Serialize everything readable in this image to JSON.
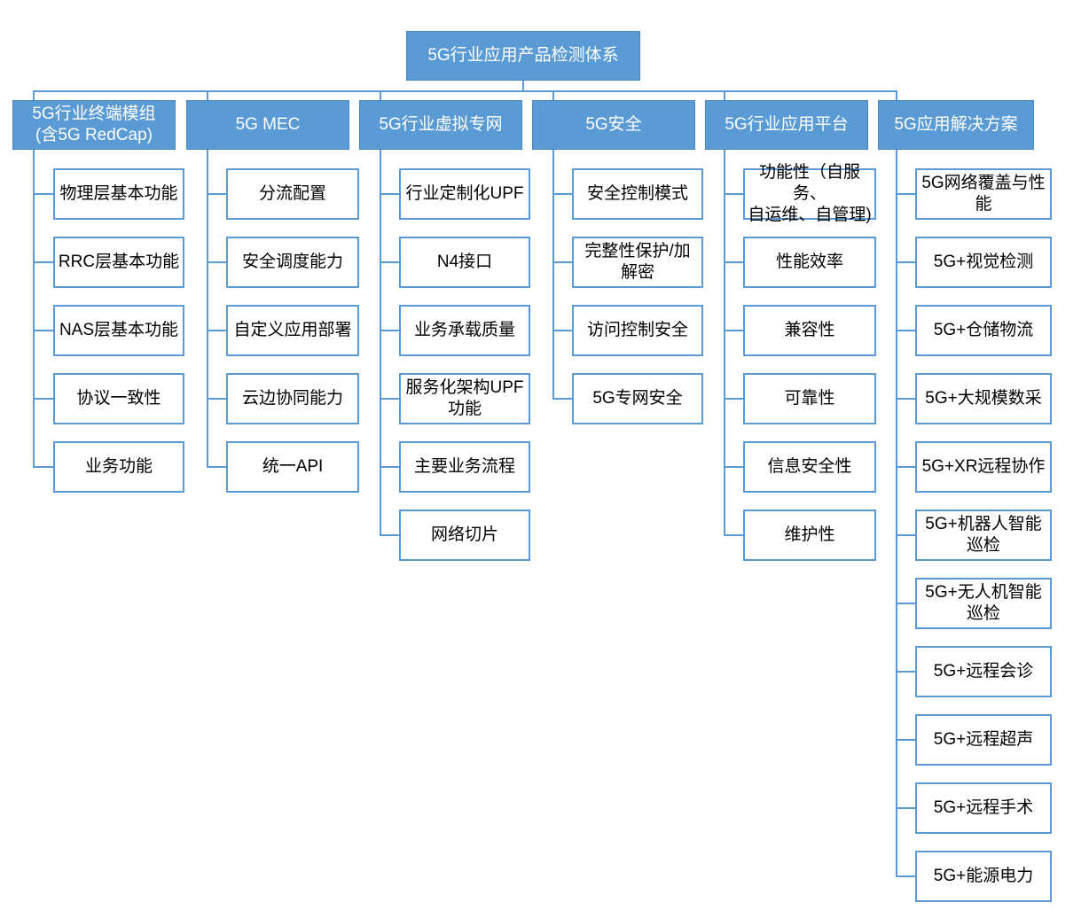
{
  "diagram": {
    "title_node": "5G行业应用产品检测体系",
    "accent_color": "#5B9BD5",
    "border_color": "#4A86BE",
    "leaf_border_color": "#5B9BD5",
    "branches": [
      {
        "label": "5G行业终端模组\n(含5G RedCap)",
        "children": [
          "物理层基本功能",
          "RRC层基本功能",
          "NAS层基本功能",
          "协议一致性",
          "业务功能"
        ]
      },
      {
        "label": "5G MEC",
        "children": [
          "分流配置",
          "安全调度能力",
          "自定义应用部署",
          "云边协同能力",
          "统一API"
        ]
      },
      {
        "label": "5G行业虚拟专网",
        "children": [
          "行业定制化UPF",
          "N4接口",
          "业务承载质量",
          "服务化架构UPF\n功能",
          "主要业务流程",
          "网络切片"
        ]
      },
      {
        "label": "5G安全",
        "children": [
          "安全控制模式",
          "完整性保护/加\n解密",
          "访问控制安全",
          "5G专网安全"
        ]
      },
      {
        "label": "5G行业应用平台",
        "children": [
          "功能性（自服务、\n自运维、自管理)",
          "性能效率",
          "兼容性",
          "可靠性",
          "信息安全性",
          "维护性"
        ]
      },
      {
        "label": "5G应用解决方案",
        "children": [
          "5G网络覆盖与性\n能",
          "5G+视觉检测",
          "5G+仓储物流",
          "5G+大规模数采",
          "5G+XR远程协作",
          "5G+机器人智能\n巡检",
          "5G+无人机智能\n巡检",
          "5G+远程会诊",
          "5G+远程超声",
          "5G+远程手术",
          "5G+能源电力"
        ]
      }
    ]
  }
}
